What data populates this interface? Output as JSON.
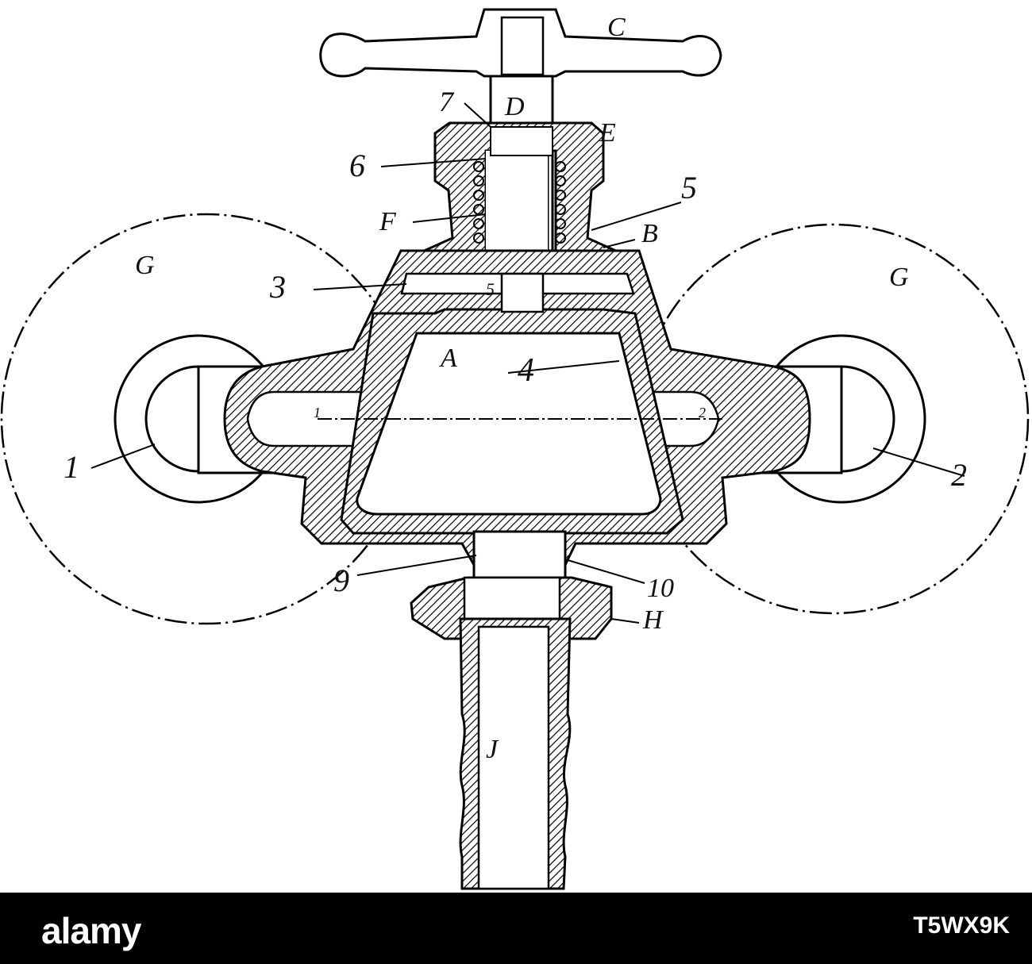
{
  "diagram": {
    "labels": {
      "C": "C",
      "D": "D",
      "E": "E",
      "F": "F",
      "B": "B",
      "G_left": "G",
      "G_right": "G",
      "A": "A",
      "n1": "1",
      "n2": "2",
      "n3": "3",
      "n4": "4",
      "n5": "5",
      "n6": "6",
      "n7": "7",
      "n9": "9",
      "n10": "10",
      "H": "H",
      "J": "J",
      "axis_left": "1",
      "axis_right": "2"
    }
  },
  "footer": {
    "logo": "alamy",
    "image_id": "T5WX9K",
    "background": "#000000",
    "text_color": "#ffffff"
  }
}
